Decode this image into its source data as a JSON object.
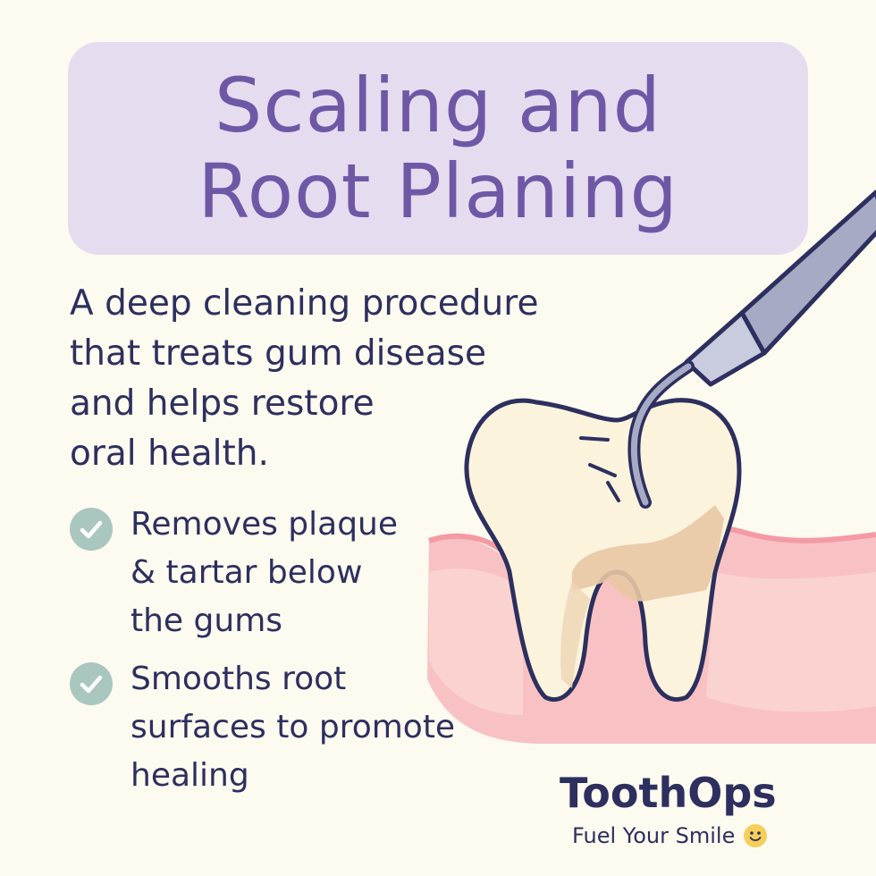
{
  "title": {
    "line1": "Scaling and",
    "line2": "Root Planing"
  },
  "description": {
    "line1": "A deep cleaning procedure",
    "line2": "that treats gum disease",
    "line3": "and helps restore",
    "line4": "oral health."
  },
  "bullets": [
    {
      "line1": "Removes plaque",
      "line2": "& tartar below",
      "line3": "the gums",
      "icon": "check-circle-icon"
    },
    {
      "line1": "Smooths root",
      "line2": "surfaces to promote",
      "line3": "healing",
      "icon": "check-circle-icon"
    }
  ],
  "brand": {
    "name": "ToothOps",
    "tagline": "Fuel Your Smile",
    "emoji_icon": "smiley-icon"
  },
  "colors": {
    "background": "#fdfaf0",
    "title_box": "#e6dcf0",
    "title_text": "#6e58a6",
    "body_text": "#2d2f5e",
    "check": "#a9c6bf",
    "gum": "#f7b2b8",
    "tooth": "#fbf3dc",
    "tartar": "#e8c6a4",
    "instrument": "#a7aac4"
  }
}
